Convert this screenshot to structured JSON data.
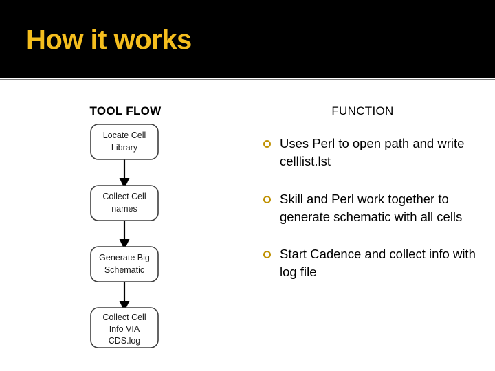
{
  "slide": {
    "title": "How it works",
    "title_color": "#f5be1e",
    "banner_color": "#000000",
    "rule_color": "#7f7f7f",
    "background_color": "#ffffff"
  },
  "columns": {
    "left_heading": "TOOL FLOW",
    "right_heading": "FUNCTION"
  },
  "flow": {
    "box_fill": "#ffffff",
    "box_stroke": "#3f3f3f",
    "arrow_color": "#000000",
    "boxes": [
      {
        "id": "locate-cell-library",
        "lines": [
          "Locate Cell",
          "Library"
        ]
      },
      {
        "id": "collect-cell-names",
        "lines": [
          "Collect Cell",
          "names"
        ]
      },
      {
        "id": "generate-big-schematic",
        "lines": [
          "Generate Big",
          "Schematic"
        ]
      },
      {
        "id": "collect-cell-info-via-cds-log",
        "lines": [
          "Collect Cell",
          "Info VIA",
          "CDS.log"
        ]
      }
    ]
  },
  "bullets": {
    "marker_color": "#bf9000",
    "marker_icon": "hollow-circle-bullet-icon",
    "items": [
      {
        "text": "Uses Perl to open path and write celllist.lst"
      },
      {
        "text": "Skill and Perl work together to generate schematic with all cells"
      },
      {
        "text": "Start Cadence and collect info with log file"
      }
    ]
  }
}
